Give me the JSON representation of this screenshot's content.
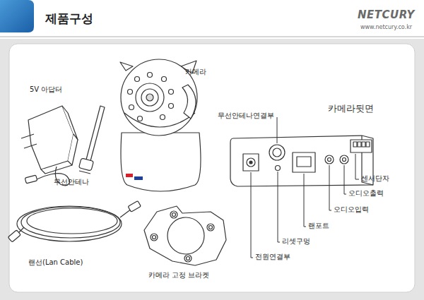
{
  "diagram": {
    "title": "제품구성",
    "labels": [
      "NETCURY",
      "www.netcury.co.kr",
      "카메라",
      "5V 아답터",
      "카메라뒷면",
      "무선안테나연결부",
      "무선안테나",
      "센서단자",
      "오디오출력",
      "오디오입력",
      "랜포트",
      "리셋구멍",
      "전원연결부",
      "랜선(Lan Cable)",
      "카메라 고정 브라켓"
    ]
  }
}
